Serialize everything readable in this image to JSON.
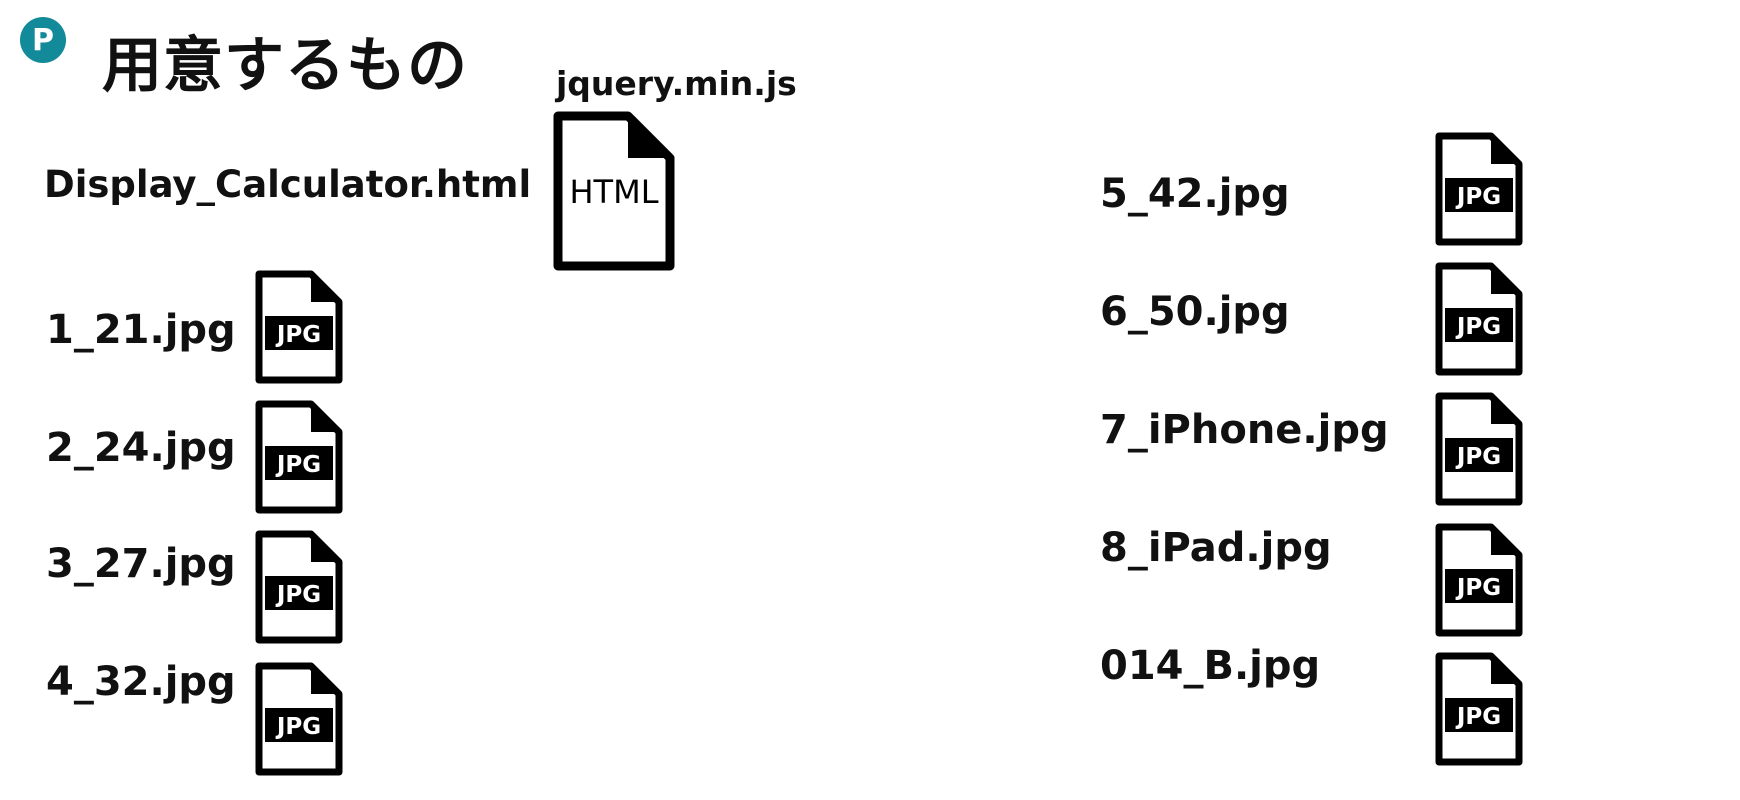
{
  "badge": {
    "letter": "P",
    "color": "#138a99"
  },
  "title": "用意するもの",
  "files": {
    "jquery": {
      "label": "jquery.min.js"
    },
    "html": {
      "label": "Display_Calculator.html",
      "icon": "html-file-icon",
      "icon_text": "HTML"
    },
    "left": [
      {
        "label": "1_21.jpg",
        "icon": "jpg-file-icon",
        "icon_text": "JPG"
      },
      {
        "label": "2_24.jpg",
        "icon": "jpg-file-icon",
        "icon_text": "JPG"
      },
      {
        "label": "3_27.jpg",
        "icon": "jpg-file-icon",
        "icon_text": "JPG"
      },
      {
        "label": "4_32.jpg",
        "icon": "jpg-file-icon",
        "icon_text": "JPG"
      }
    ],
    "right": [
      {
        "label": "5_42.jpg",
        "icon": "jpg-file-icon",
        "icon_text": "JPG"
      },
      {
        "label": "6_50.jpg",
        "icon": "jpg-file-icon",
        "icon_text": "JPG"
      },
      {
        "label": "7_iPhone.jpg",
        "icon": "jpg-file-icon",
        "icon_text": "JPG"
      },
      {
        "label": "8_iPad.jpg",
        "icon": "jpg-file-icon",
        "icon_text": "JPG"
      },
      {
        "label": "014_B.jpg",
        "icon": "jpg-file-icon",
        "icon_text": "JPG"
      }
    ]
  }
}
